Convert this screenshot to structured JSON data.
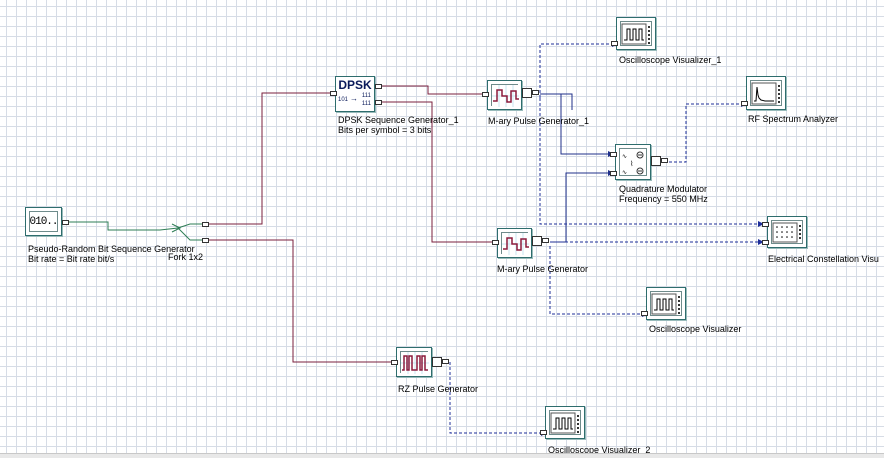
{
  "components": {
    "prbs": {
      "name": "Pseudo-Random Bit Sequence Generator",
      "param": "Bit rate = Bit rate  bit/s",
      "icon_text": "010.."
    },
    "fork": {
      "name": "Fork 1x2"
    },
    "dpsk": {
      "name": "DPSK Sequence Generator_1",
      "param": "Bits per symbol = 3  bits",
      "icon_text": "DPSK",
      "sub_left": "101",
      "sub_right_top": "111",
      "sub_right_bot": "111"
    },
    "mary1": {
      "name": "M-ary Pulse Generator_1"
    },
    "mary2": {
      "name": "M-ary Pulse Generator"
    },
    "osc1": {
      "name": "Oscilloscope Visualizer_1"
    },
    "osc": {
      "name": "Oscilloscope Visualizer"
    },
    "osc2": {
      "name": "Oscilloscope Visualizer_2"
    },
    "rfsa": {
      "name": "RF Spectrum Analyzer"
    },
    "qmod": {
      "name": "Quadrature Modulator",
      "param": "Frequency = 550  MHz"
    },
    "ecv": {
      "name": "Electrical Constellation Visu"
    },
    "rz": {
      "name": "RZ Pulse Generator"
    }
  },
  "colors": {
    "wire_binary": "#7a1f3d",
    "wire_mary": "#1f2f8a",
    "wire_green": "#2e7d55",
    "wire_dashed": "#1f2f9a"
  }
}
